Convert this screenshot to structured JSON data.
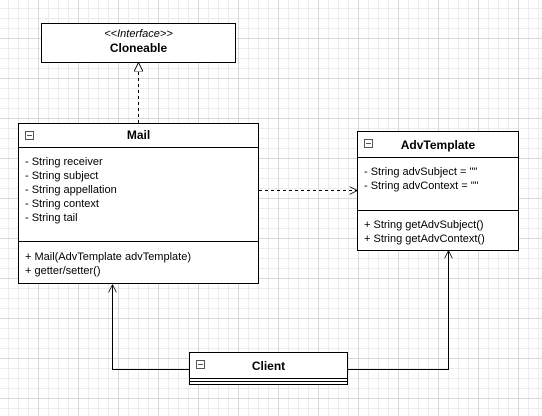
{
  "cloneable": {
    "stereotype": "<<Interface>>",
    "name": "Cloneable"
  },
  "mail": {
    "name": "Mail",
    "attributes": [
      "- String receiver",
      "- String subject",
      "- String appellation",
      "- String context",
      "- String tail"
    ],
    "methods": [
      "+ Mail(AdvTemplate advTemplate)",
      "+ getter/setter()"
    ]
  },
  "advtemplate": {
    "name": "AdvTemplate",
    "attributes": [
      "- String advSubject = \"\"",
      "- String advContext = \"\""
    ],
    "methods": [
      "+ String getAdvSubject()",
      "+ String getAdvContext()"
    ]
  },
  "client": {
    "name": "Client"
  }
}
